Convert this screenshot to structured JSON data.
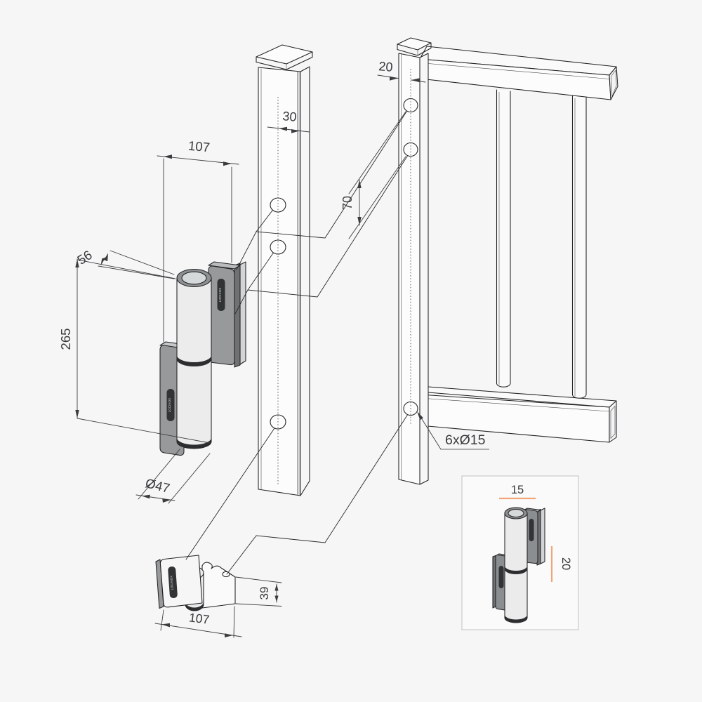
{
  "drawing": {
    "brand_badge": "LOCINOX",
    "colors": {
      "background": "#f6f6f7",
      "outline": "#232325",
      "dimension_text": "#3a3a3c",
      "accent_orange": "#f2a678",
      "badge_background": "#313335",
      "metal_light": "#ececed",
      "metal_mid": "#97999b",
      "metal_dark": "#6f7173"
    },
    "dimensions": {
      "hinge_width": "107",
      "hinge_depth": "56",
      "hinge_height": "265",
      "cylinder_diameter": "Ø47",
      "post_hole_offset": "30",
      "gate_hole_offset": "20",
      "hole_spacing": "70",
      "drill_note": "6xØ15",
      "bottom_hinge_width": "107",
      "bottom_hinge_arm": "39",
      "inset_clearance_top": "15",
      "inset_clearance_side": "20"
    }
  }
}
